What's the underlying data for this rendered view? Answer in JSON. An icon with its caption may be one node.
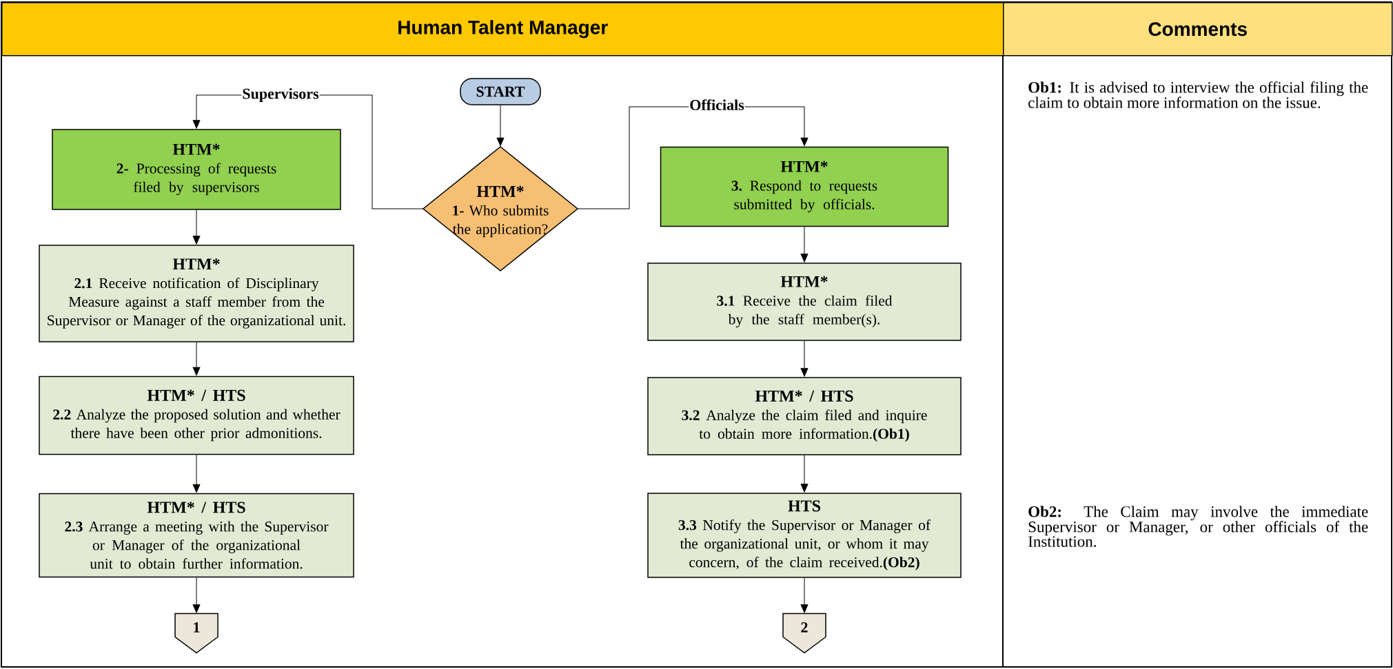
{
  "diagram": {
    "title": "Human Talent Manager",
    "nodes": [
      {
        "text": [
          "START"
        ]
      },
      {
        "text": [
          "HTM*",
          "**1-** Who submits the application?"
        ]
      },
      {
        "text": [
          "HTM*",
          "**2-** Processing of requests filed by supervisors"
        ]
      },
      {
        "text": [
          "HTM*",
          "**2.1** Receive notification of Disciplinary Measure against a staff member from the Supervisor or Manager of the organizational unit."
        ]
      },
      {
        "text": [
          "HTM* / HTS",
          "**2.2** Analyze the proposed solution and whether there have been other prior admonitions."
        ]
      },
      {
        "text": [
          "HTM* / HTS",
          "**2.3** Arrange a meeting with the Supervisor or Manager of the organizational unit to obtain further information."
        ]
      },
      {
        "text": [
          "1"
        ]
      },
      {
        "text": [
          "HTM*",
          "**3.** Respond to requests submitted by officials."
        ]
      },
      {
        "text": [
          "HTM*",
          "**3.1** Receive the claim filed by the staff member(s)."
        ]
      },
      {
        "text": [
          "HTM* / HTS",
          "**3.2** Analyze the claim filed and inquire to obtain more information.**(Ob1)**"
        ]
      },
      {
        "text": [
          "HTS",
          "**3.3** Notify the Supervisor or Manager of the organizational unit, or whom it may concern, of the claim received.**(Ob2)**"
        ]
      },
      {
        "text": [
          "2"
        ]
      }
    ],
    "edges": [
      {
        "from": 0,
        "to": 1,
        "arrow": "to"
      },
      {
        "from": 1,
        "to": 2,
        "arrow": "to",
        "label": "Supervisors"
      },
      {
        "from": 2,
        "to": 3,
        "arrow": "to"
      },
      {
        "from": 3,
        "to": 4,
        "arrow": "to"
      },
      {
        "from": 4,
        "to": 5,
        "arrow": "to"
      },
      {
        "from": 5,
        "to": 6,
        "arrow": "to"
      },
      {
        "from": 1,
        "to": 7,
        "arrow": "to",
        "label": "Officials"
      },
      {
        "from": 7,
        "to": 8,
        "arrow": "to"
      },
      {
        "from": 8,
        "to": 9,
        "arrow": "to"
      },
      {
        "from": 9,
        "to": 10,
        "arrow": "to"
      },
      {
        "from": 10,
        "to": 11,
        "arrow": "to"
      }
    ],
    "labels": [
      "Comments",
      "**Ob1:** It is advised to interview the official filing the claim to obtain more information on the issue.",
      "**Ob2:** The Claim may involve the immediate Supervisor or Manager, or other officials of the Institution."
    ]
  }
}
